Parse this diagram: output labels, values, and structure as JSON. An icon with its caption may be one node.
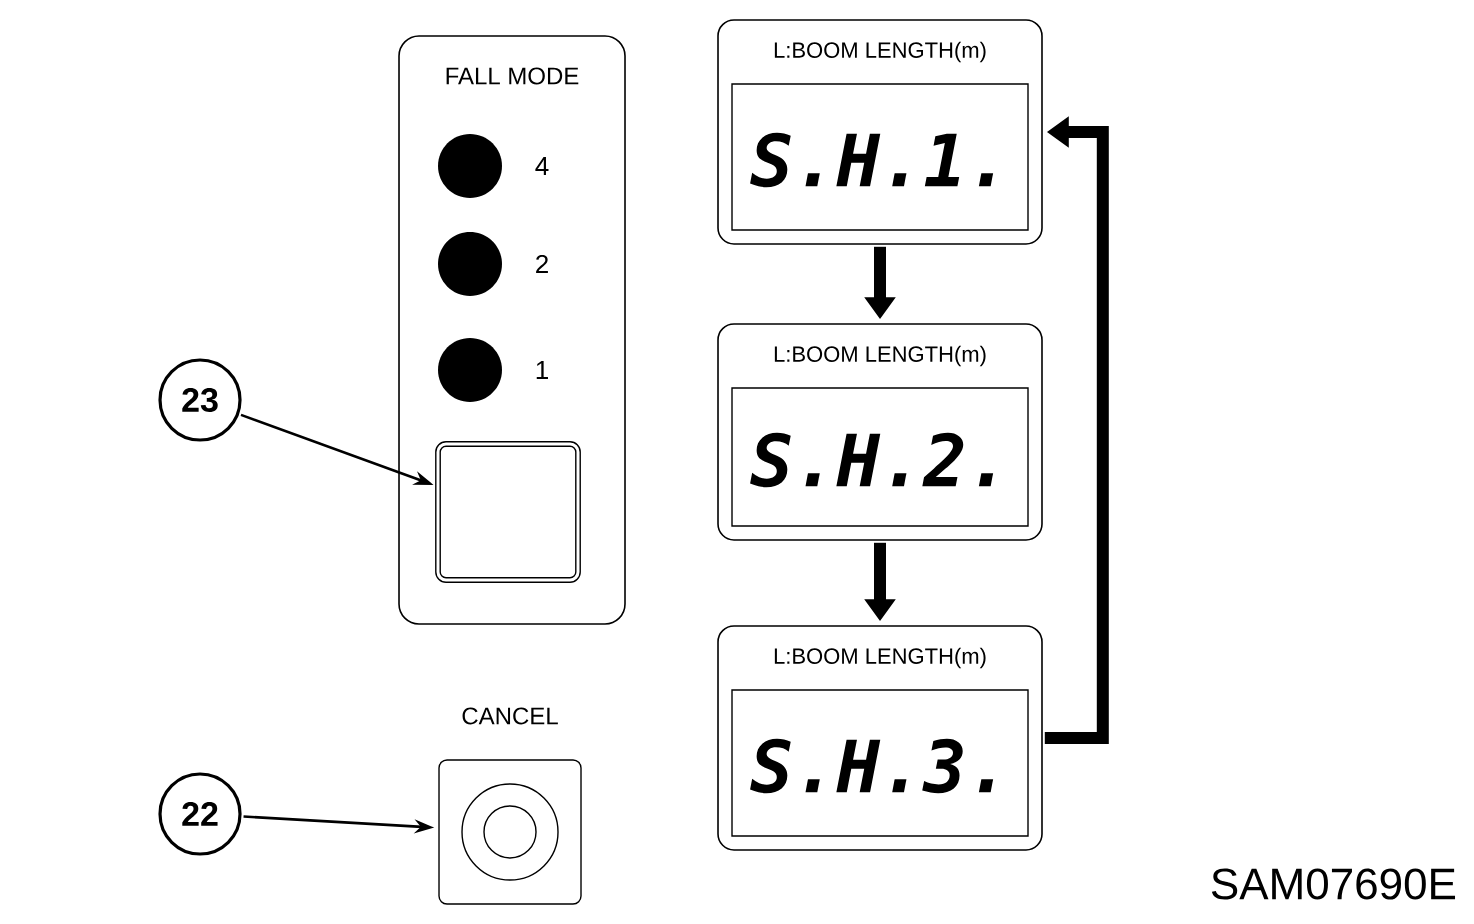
{
  "diagram": {
    "nodes": [
      {
        "text": [
          "FALL MODE"
        ]
      },
      {
        "text": [],
        "shape": "circle",
        "in": 0,
        "beside": [
          "4"
        ]
      },
      {
        "text": [],
        "shape": "circle",
        "in": 0,
        "beside": [
          "2"
        ]
      },
      {
        "text": [],
        "shape": "circle",
        "in": 0,
        "beside": [
          "1"
        ]
      },
      {
        "text": [],
        "shape": "box",
        "in": 0
      },
      {
        "text": [
          "23"
        ]
      },
      {
        "text": [
          "CANCEL"
        ]
      },
      {
        "text": [
          "22"
        ]
      },
      {
        "text": [
          "L:BOOM LENGTH(m)",
          "S.H.1."
        ]
      },
      {
        "text": [
          "L:BOOM LENGTH(m)",
          "S.H.2."
        ]
      },
      {
        "text": [
          "L:BOOM LENGTH(m)",
          "S.H.3."
        ]
      }
    ],
    "edges": [
      {
        "from": 5,
        "to": 4,
        "arrow": "to"
      },
      {
        "from": 7,
        "to": 6,
        "arrow": "to"
      },
      {
        "from": 8,
        "to": 9,
        "arrow": "to"
      },
      {
        "from": 9,
        "to": 10,
        "arrow": "to"
      },
      {
        "from": 10,
        "to": 8,
        "arrow": "to"
      }
    ],
    "labels": [
      "SAM07690E"
    ]
  }
}
